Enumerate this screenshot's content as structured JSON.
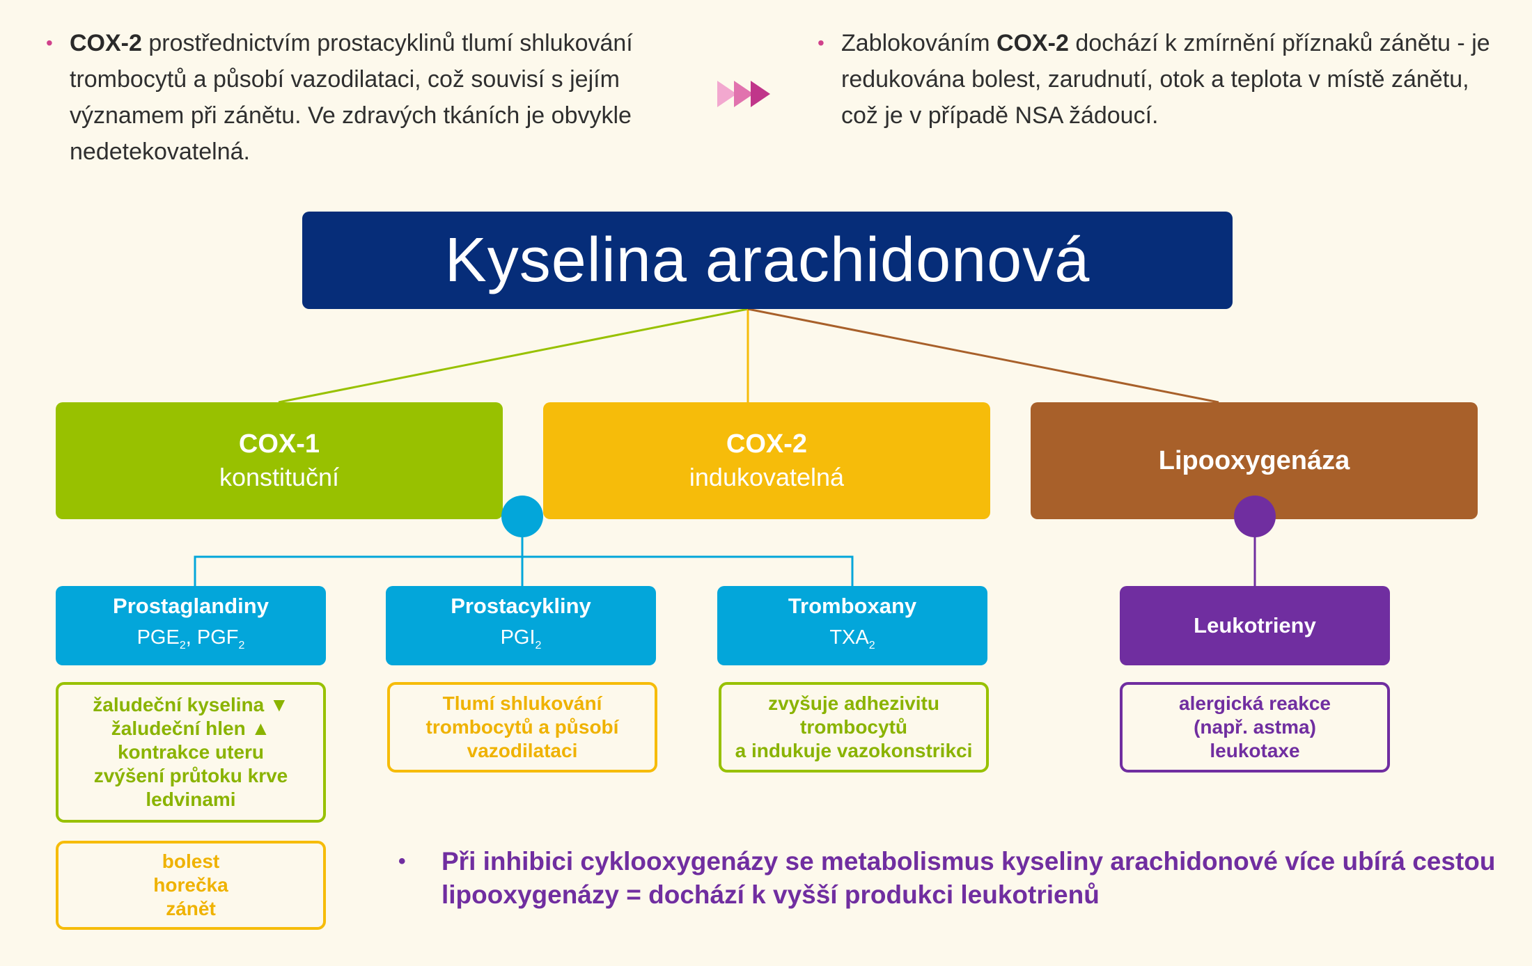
{
  "intro_left": {
    "bold": "COX-2",
    "text": " prostřednictvím prostacyklinů tlumí shlukování trombocytů a působí vazodilataci, což souvisí s jejím významem při zánětu. Ve zdravých tkáních je obvykle nedetekovatelná."
  },
  "intro_right": {
    "before": "Zablokováním ",
    "bold": "COX-2",
    "after": " dochází k zmírnění příznaků zánětu - je redukována bolest, zarudnutí, otok a teplota v místě zánětu, což je v případě NSA žádoucí."
  },
  "bullet_symbol": "•",
  "title": "Kyselina arachidonová",
  "enzymes": {
    "cox1": {
      "name": "COX-1",
      "sub": "konstituční"
    },
    "cox2": {
      "name": "COX-2",
      "sub": "indukovatelná"
    },
    "lox": {
      "name": "Lipooxygenáza"
    }
  },
  "products": {
    "prostaglandiny": {
      "name": "Prostaglandiny",
      "sub_a": "PGE",
      "sub_a_idx": "2",
      "sep": ", PGF",
      "sub_b_idx": "2"
    },
    "prostacykliny": {
      "name": "Prostacykliny",
      "sub": "PGI",
      "sub_idx": "2"
    },
    "tromboxany": {
      "name": "Tromboxany",
      "sub": "TXA",
      "sub_idx": "2"
    },
    "leukotrieny": {
      "name": "Leukotrieny"
    }
  },
  "effects": {
    "prostaglandiny_1": [
      "žaludeční kyselina ▼",
      "žaludeční hlen ▲",
      "kontrakce uteru",
      "zvýšení průtoku krve",
      "ledvinami"
    ],
    "prostaglandiny_2": [
      "bolest",
      "horečka",
      "zánět"
    ],
    "prostacykliny": [
      "Tlumí shlukování",
      "trombocytů a působí",
      "vazodilataci"
    ],
    "tromboxany": [
      "zvyšuje adhezivitu",
      "trombocytů",
      "a indukuje vazokonstrikci"
    ],
    "leukotrieny": [
      "alergická reakce",
      "(např. astma)",
      "leukotaxe"
    ]
  },
  "conclusion": "Při inhibici cyklooxygenázy se metabolismus kyseliny arachidonové více ubírá cestou lipooxygenázy = dochází k vyšší produkci leukotrienů",
  "colors": {
    "background": "#fdf9ec",
    "title_bg": "#062d79",
    "cox1": "#98c100",
    "cox2": "#f6bc0a",
    "lox": "#a8602a",
    "product_blue": "#03a6da",
    "product_purple": "#702ea0",
    "bullet_pink": "#d0418b",
    "arrow_pink": "#c0368a"
  }
}
